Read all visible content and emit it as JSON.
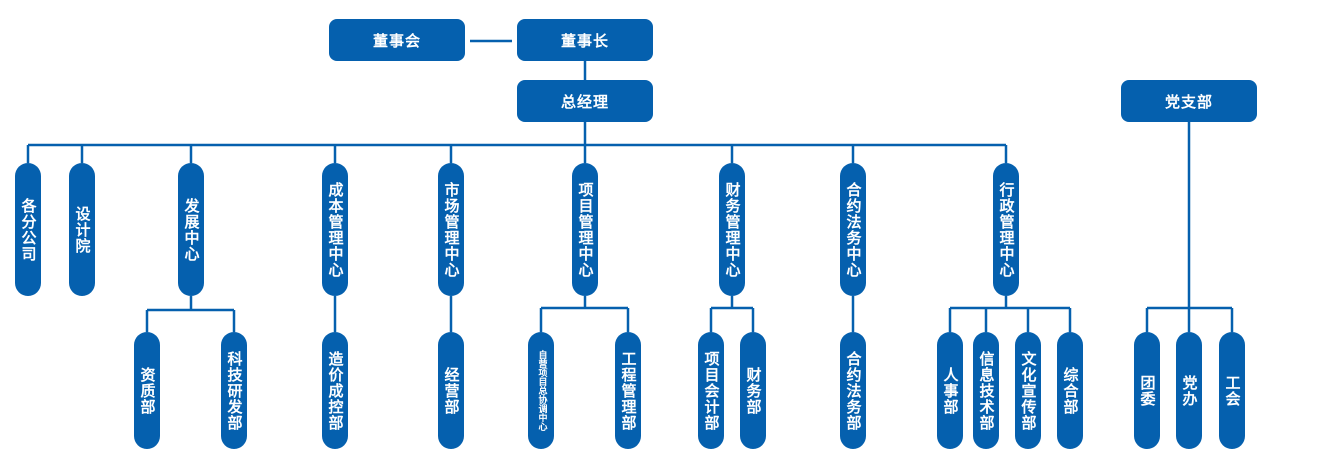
{
  "colors": {
    "box": "#0560ae",
    "line": "#0560ae",
    "text": "#ffffff"
  },
  "top": {
    "board": "董事会",
    "chairman": "董事长",
    "gm": "总经理",
    "party": "党支部"
  },
  "level1": [
    {
      "label": "各分公司",
      "children": []
    },
    {
      "label": "设计院",
      "children": []
    },
    {
      "label": "发展中心",
      "children": [
        "资质部",
        "科技研发部"
      ]
    },
    {
      "label": "成本管理中心",
      "children": [
        "造价成控部"
      ]
    },
    {
      "label": "市场管理中心",
      "children": [
        "经营部"
      ]
    },
    {
      "label": "项目管理中心",
      "children": [
        "自营项目总协调中心",
        "工程管理部"
      ]
    },
    {
      "label": "财务管理中心",
      "children": [
        "项目会计部",
        "财务部"
      ]
    },
    {
      "label": "合约法务中心",
      "children": [
        "合约法务部"
      ]
    },
    {
      "label": "行政管理中心",
      "children": [
        "人事部",
        "信息技术部",
        "文化宣传部",
        "综合部"
      ]
    }
  ],
  "party_children": [
    "团委",
    "党办",
    "工会"
  ]
}
